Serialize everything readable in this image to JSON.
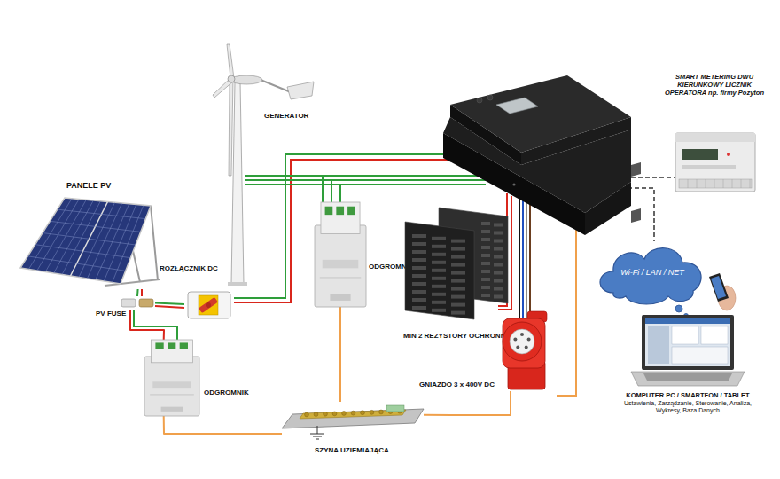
{
  "diagram": {
    "nodes": [
      {
        "text": [
          "GENERATOR"
        ]
      },
      {
        "text": [
          "SMART METERING DWU KIERUNKOWY LICZNIK OPERATORA np. firmy Pozyton"
        ]
      },
      {
        "text": [
          "PANELE PV"
        ]
      },
      {
        "text": [
          "ODGROMNIK"
        ]
      },
      {
        "text": [
          "MIN 2 REZYSTORY OCHRONNE"
        ]
      },
      {
        "text": [
          "Wi-Fi / LAN / NET"
        ]
      },
      {
        "text": [
          "ROZŁĄCZNIK DC"
        ]
      },
      {
        "text": [
          "PV FUSE"
        ]
      },
      {
        "text": [
          "GNIAZDO 3 x 400V DC"
        ]
      },
      {
        "text": [
          "KOMPUTER PC / SMARTFON / TABLET",
          "Ustawienia, Zarządzanie, Sterowanie, Analiza, Wykresy, Baza Danych"
        ]
      },
      {
        "text": [
          "ODGROMNIK"
        ]
      },
      {
        "text": [
          "SZYNA UZIEMIAJĄCA"
        ]
      }
    ],
    "edges": [
      {
        "from": 2,
        "to": 7,
        "arrow": "none"
      },
      {
        "from": 7,
        "to": 6,
        "arrow": "none"
      },
      {
        "from": 7,
        "to": 10,
        "arrow": "none"
      },
      {
        "from": 10,
        "to": 11,
        "arrow": "none"
      },
      {
        "from": 3,
        "to": 11,
        "arrow": "none"
      },
      {
        "from": 8,
        "to": 11,
        "arrow": "none"
      }
    ]
  }
}
